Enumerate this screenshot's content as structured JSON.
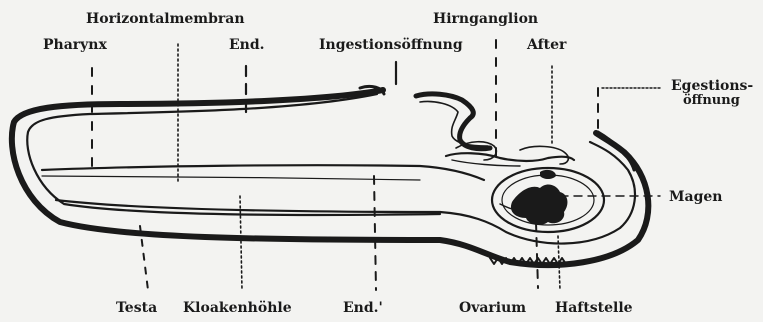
{
  "labels": {
    "horizontalmembran": "Horizontalmembran",
    "pharynx": "Pharynx",
    "end_top": "End.",
    "ingestionsoeffnung": "Ingestionsöffnung",
    "hirnganglion": "Hirnganglion",
    "after": "After",
    "egestions_line1": "Egestions-",
    "egestions_line2": "öffnung",
    "magen": "Magen",
    "testa": "Testa",
    "kloakenhoehle": "Kloakenhöhle",
    "end_bottom": "End.'",
    "ovarium": "Ovarium",
    "haftstelle": "Haftstelle"
  },
  "colors": {
    "background": "#f3f3f1",
    "ink": "#1a1a1a"
  }
}
